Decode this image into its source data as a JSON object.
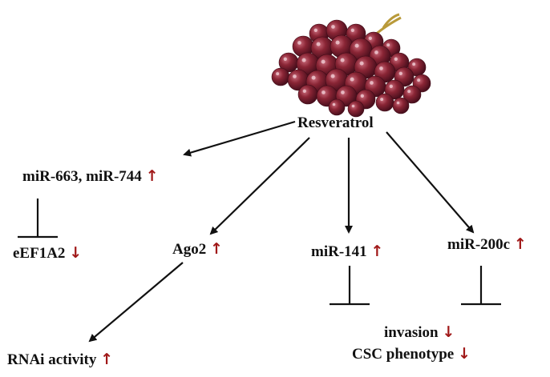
{
  "nodes": {
    "resveratrol": "Resveratrol",
    "mir663_744": "miR-663, miR-744",
    "eef1a2": "eEF1A2",
    "ago2": "Ago2",
    "mir141": "miR-141",
    "mir200c": "miR-200c",
    "rnai": "RNAi activity",
    "invasion": "invasion",
    "csc": "CSC phenotype"
  },
  "indicators": {
    "up": "↑",
    "down": "↓"
  },
  "colors": {
    "indicator": "#a01818",
    "line": "#111111",
    "grape_dark": "#5e1526",
    "grape_mid": "#8a2535",
    "grape_light": "#b04a5c",
    "stem": "#b99a3a"
  },
  "images": {
    "grape_bunch": "grape-bunch-photo"
  }
}
